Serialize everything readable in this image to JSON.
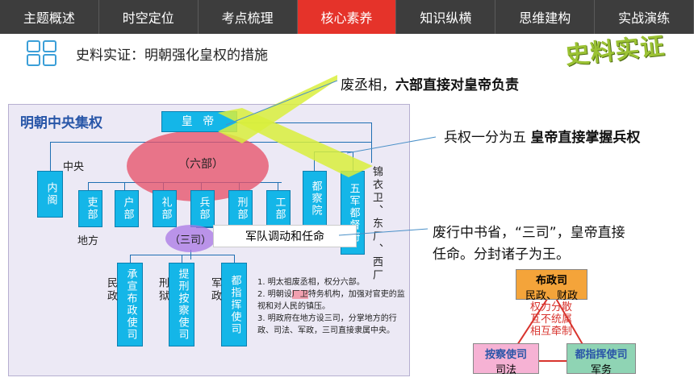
{
  "nav": {
    "tabs": [
      "主题概述",
      "时空定位",
      "考点梳理",
      "核心素养",
      "知识纵横",
      "思维建构",
      "实战演练"
    ],
    "active_index": 3,
    "active_color": "#e5332a"
  },
  "subtitle": "史料实证：明朝强化皇权的措施",
  "logo": "史料实证",
  "diagram": {
    "title": "明朝中央集权",
    "emperor": "皇 帝",
    "six_ministries": "（六部）",
    "central": "中央",
    "local": "地方",
    "neige": "内阁",
    "ministries": [
      "吏部",
      "户部",
      "礼部",
      "兵部",
      "刑部",
      "工部"
    ],
    "duchayuan": "都察院",
    "wujun": "五军都督府",
    "jinyiwei": "锦衣卫、东厂、西厂",
    "sansi": "（三司）",
    "provincial": [
      "承宣布政使司",
      "提刑按察使司",
      "都指挥使司"
    ],
    "provincial_labels": [
      "民政",
      "刑狱",
      "军政"
    ],
    "callout": "军队调动和任命",
    "notes": [
      "1. 明太祖废丞相，权分六部。",
      "2. 明朝设",
      "厂卫",
      "特务机构，加强对官吏的监视和对人民的镇压。",
      "3. 明政府在地方设三司，分掌地方的行政、司法、军政，三司直接隶属中央。"
    ]
  },
  "annotations": {
    "a1_normal": "废丞相，",
    "a1_bold": "六部直接对皇帝负责",
    "a2_normal": "兵权一分为五 ",
    "a2_bold": "皇帝直接掌握兵权",
    "a3_line1": "废行中书省，“三司”，皇帝直接",
    "a3_line2": "任命。分封诸子为王。"
  },
  "triangle": {
    "top_title": "布政司",
    "top_sub": "民政、财政",
    "center": [
      "权力分散",
      "互不统属",
      "相互牵制"
    ],
    "left_title": "按察使司",
    "left_sub": "司法",
    "right_title": "都指挥使司",
    "right_sub": "军务"
  }
}
